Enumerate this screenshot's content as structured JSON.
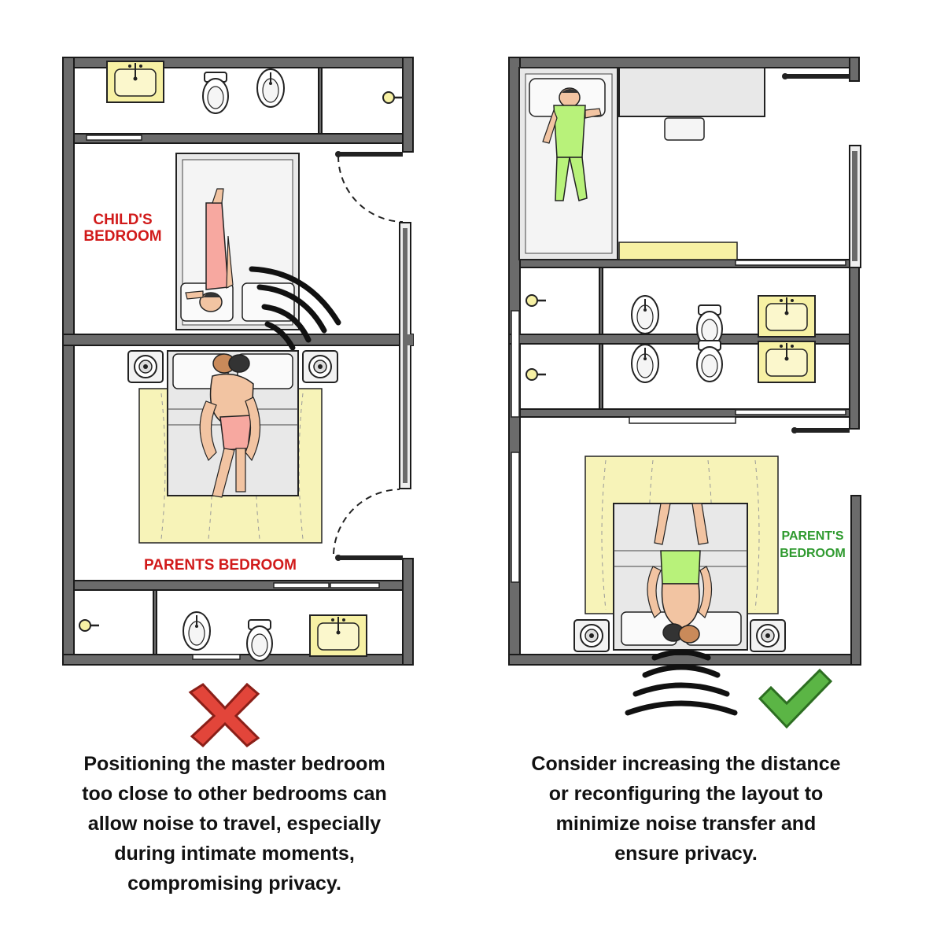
{
  "left_plan": {
    "room_labels": {
      "child_line1": "CHILD'S",
      "child_line2": "BEDROOM",
      "parents": "PARENTS BEDROOM"
    },
    "verdict": "incorrect",
    "verdict_icon": "red-x-icon",
    "caption_lines": [
      "Positioning the master bedroom",
      "too close to other bedrooms can",
      "allow noise to travel, especially",
      "during intimate moments,",
      "compromising privacy."
    ]
  },
  "right_plan": {
    "room_labels": {
      "parent_line1": "PARENT'S",
      "parent_line2": "BEDROOM"
    },
    "verdict": "correct",
    "verdict_icon": "green-check-icon",
    "caption_lines": [
      "Consider increasing the distance",
      "or reconfiguring the layout to",
      "minimize noise transfer and",
      "ensure privacy."
    ]
  },
  "colors": {
    "wall": "#6b6b6b",
    "wall_outline": "#1a1a1a",
    "rug": "#f7f3b8",
    "bed_frame": "#e8e8e8",
    "child_label": "#d11a1a",
    "parents_label": "#d11a1a",
    "parent_label_right": "#2f9a2f",
    "pajama_green": "#b8f27a",
    "shirt_pink": "#f7a8a0",
    "skin": "#f2c4a2",
    "cross_red": "#e2453a",
    "check_green": "#5bb545"
  }
}
